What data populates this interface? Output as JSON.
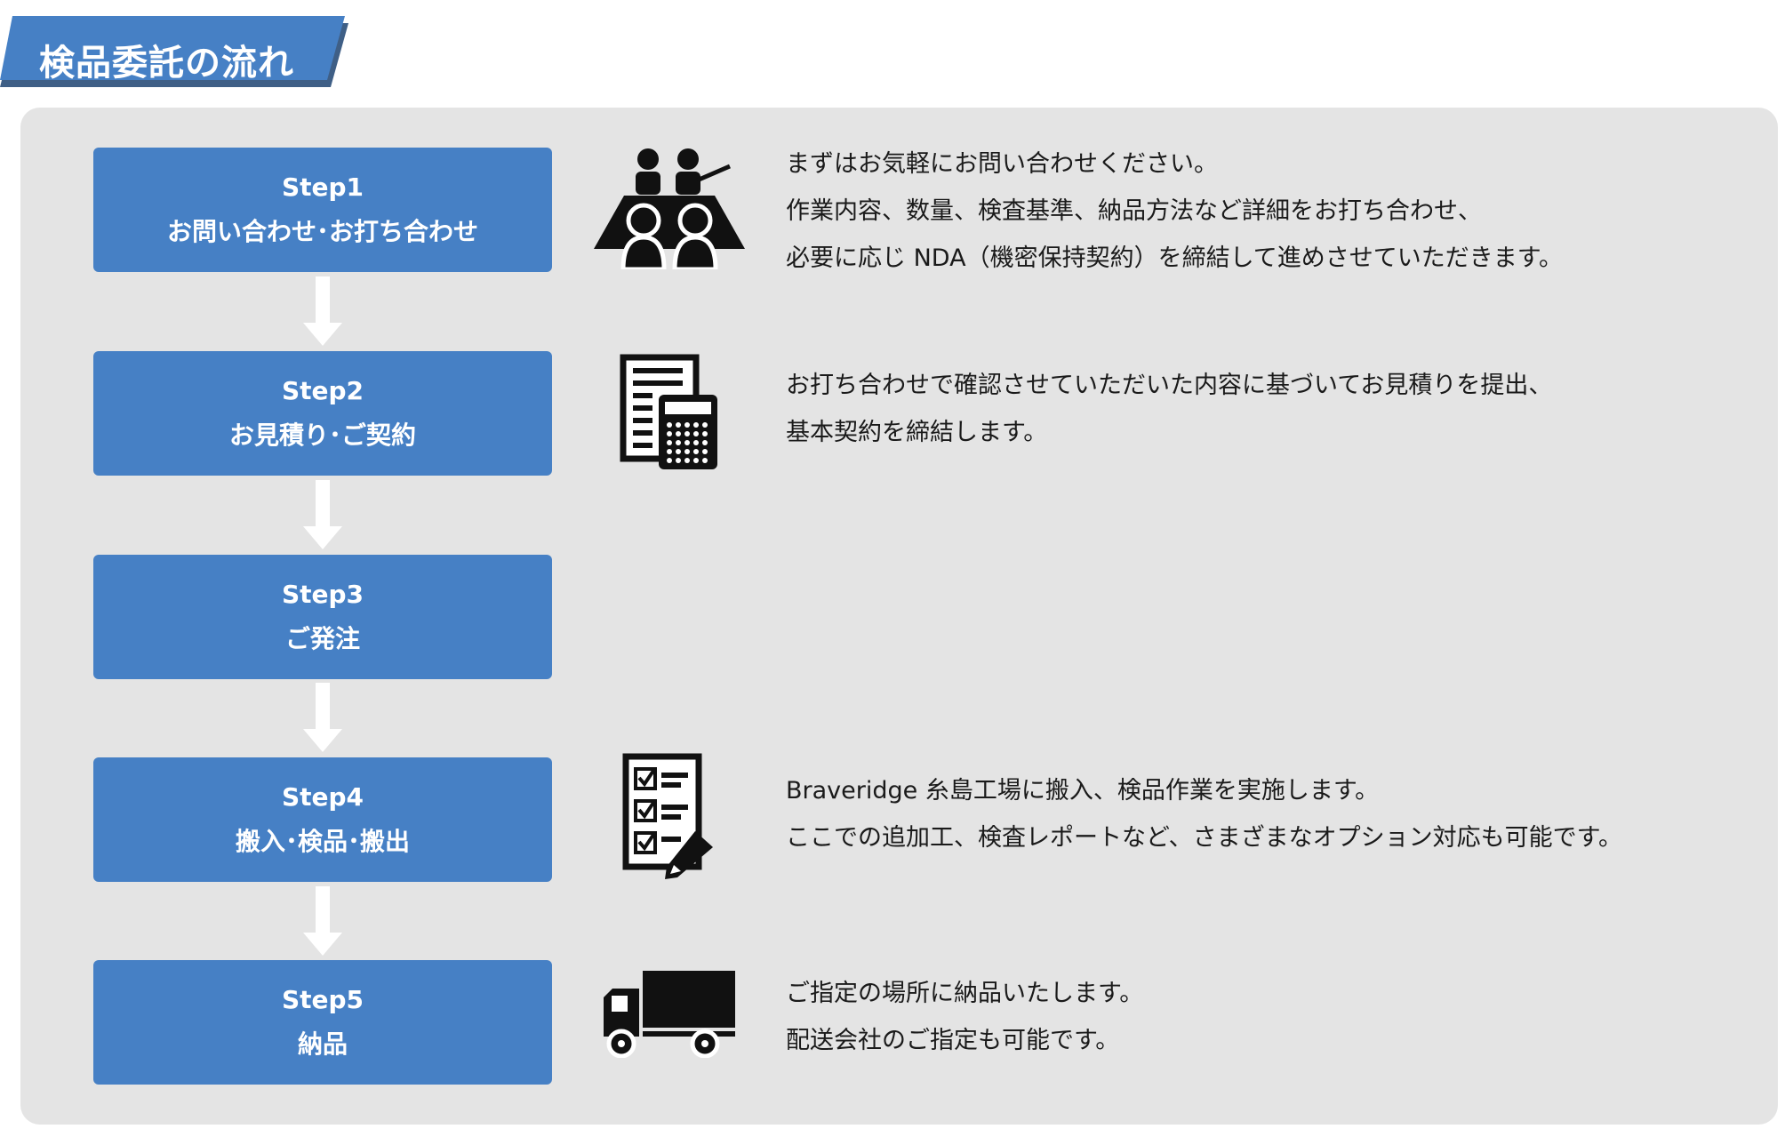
{
  "page_title": "検品委託の流れ",
  "steps": [
    {
      "num": "Step1",
      "label": "お問い合わせ･お打ち合わせ",
      "icon": "meeting-icon",
      "desc": [
        "まずはお気軽にお問い合わせください。",
        "作業内容、数量、検査基準、納品方法など詳細をお打ち合わせ、",
        "必要に応じ NDA（機密保持契約）を締結して進めさせていただきます。"
      ]
    },
    {
      "num": "Step2",
      "label": "お見積り･ご契約",
      "icon": "estimate-calculator-icon",
      "desc": [
        "お打ち合わせで確認させていただいた内容に基づいてお見積りを提出、",
        "基本契約を締結します。"
      ]
    },
    {
      "num": "Step3",
      "label": "ご発注",
      "icon": "",
      "desc": []
    },
    {
      "num": "Step4",
      "label": "搬入･検品･搬出",
      "icon": "checklist-icon",
      "desc": [
        "Braveridge 糸島工場に搬入、検品作業を実施します。",
        "ここでの追加工、検査レポートなど、さまざまなオプション対応も可能です。"
      ]
    },
    {
      "num": "Step5",
      "label": "納品",
      "icon": "truck-icon",
      "desc": [
        "ご指定の場所に納品いたします。",
        "配送会社のご指定も可能です。"
      ]
    }
  ],
  "colors": {
    "step_box": "#4680c5",
    "title_banner": "#4680c5",
    "panel": "#e4e4e4"
  }
}
